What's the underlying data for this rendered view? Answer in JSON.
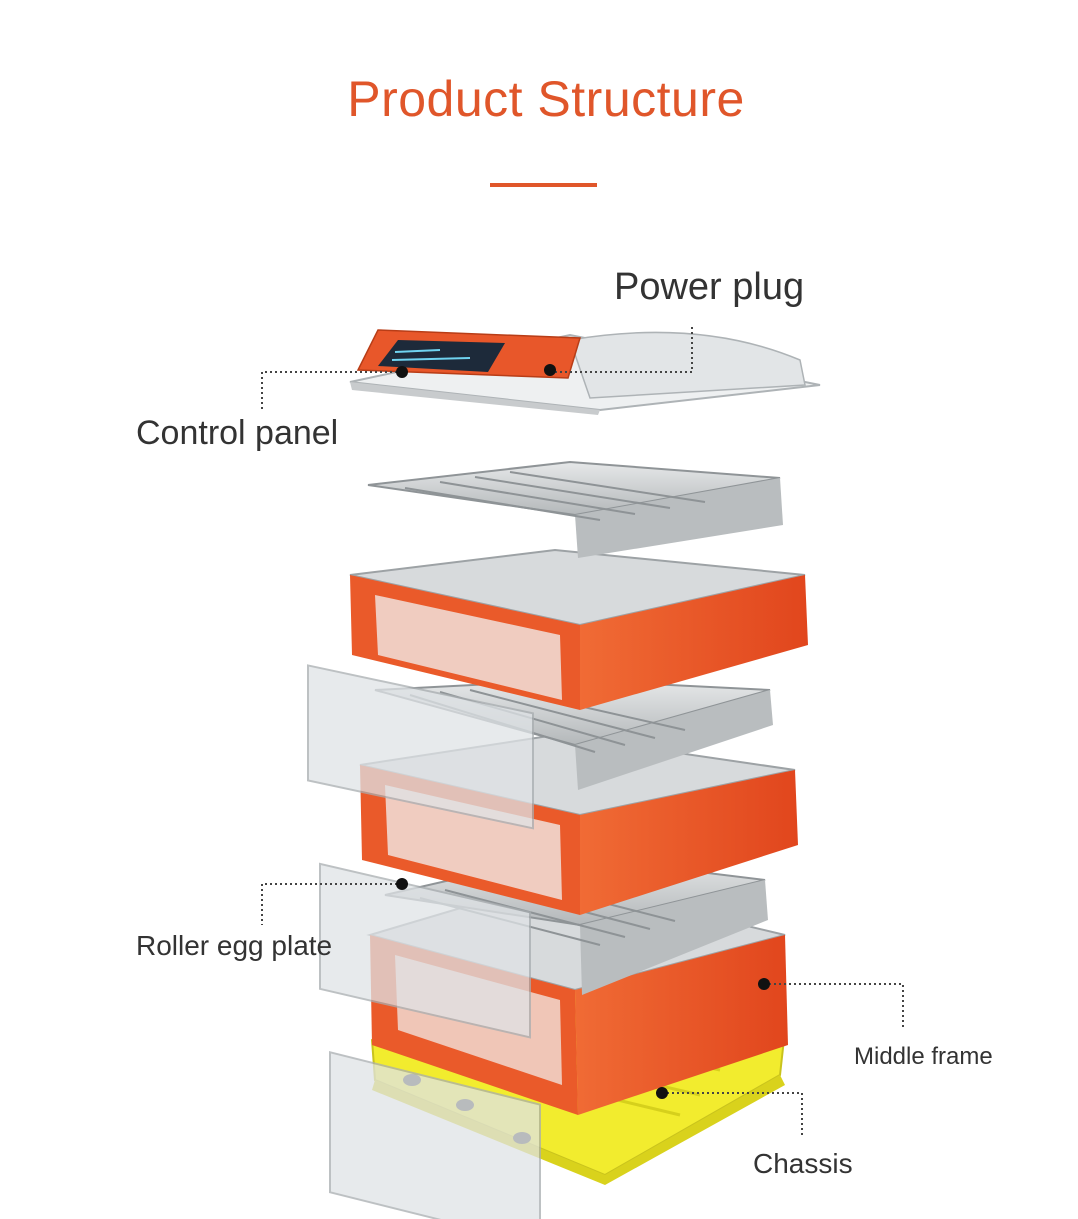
{
  "header": {
    "title": "Product Structure",
    "accent_color": "#e0562a"
  },
  "parts": {
    "power_plug": "Power plug",
    "control_panel": "Control panel",
    "roller_egg_plate": "Roller egg plate",
    "middle_frame": "Middle frame",
    "chassis": "Chassis"
  },
  "colors": {
    "frame_orange": "#e8572a",
    "roller_gray": "#c8cbcd",
    "chassis_yellow": "#f2ec2e",
    "cover_white": "#eef0f1"
  }
}
